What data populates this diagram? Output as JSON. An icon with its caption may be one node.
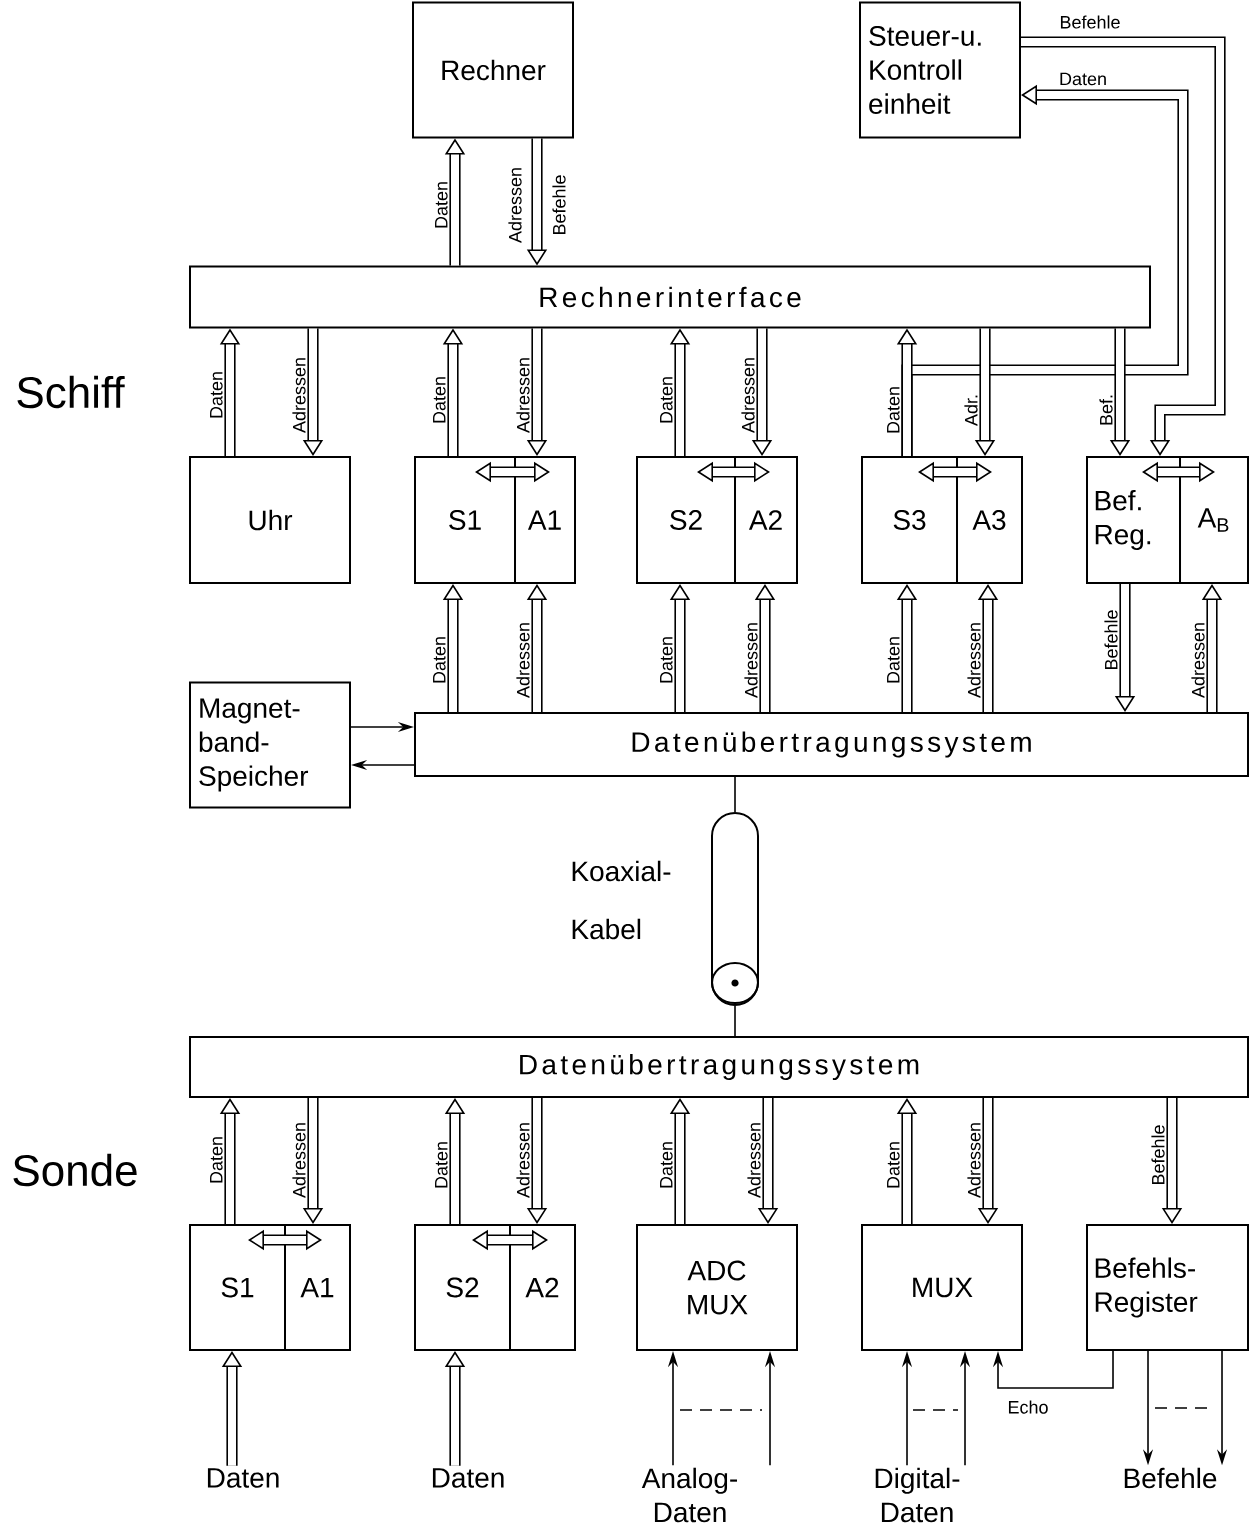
{
  "diagram": {
    "nodes": [
      {
        "text": [
          "Rechner"
        ]
      },
      {
        "text": [
          "Steuer-u. Kontroll einheit"
        ]
      },
      {
        "text": [
          "Rechnerinterface"
        ]
      },
      {
        "text": [
          "Uhr"
        ]
      },
      {
        "text": [
          "S1"
        ]
      },
      {
        "text": [
          "A1"
        ]
      },
      {
        "text": [
          "S2"
        ]
      },
      {
        "text": [
          "A2"
        ]
      },
      {
        "text": [
          "S3"
        ]
      },
      {
        "text": [
          "A3"
        ]
      },
      {
        "text": [
          "Bef. Reg."
        ]
      },
      {
        "text": [
          "A$_{B}$"
        ]
      },
      {
        "text": [
          "Magnet- band- Speicher"
        ]
      },
      {
        "text": [
          "Datenübertragungssystem"
        ]
      },
      {
        "text": [],
        "shape": "cylinder",
        "beside": [
          "Koaxial- Kabel"
        ]
      },
      {
        "text": [
          "Datenübertragungssystem"
        ]
      },
      {
        "text": [
          "S1"
        ]
      },
      {
        "text": [
          "A1"
        ]
      },
      {
        "text": [
          "S2"
        ]
      },
      {
        "text": [
          "A2"
        ]
      },
      {
        "text": [
          "ADC MUX"
        ]
      },
      {
        "text": [
          "MUX"
        ]
      },
      {
        "text": [
          "Befehls- Register"
        ]
      },
      {
        "text": [
          "Daten"
        ]
      },
      {
        "text": [
          "Daten"
        ]
      },
      {
        "text": [
          "Analog- Daten"
        ]
      },
      {
        "text": [
          "Digital- Daten"
        ]
      },
      {
        "text": [
          "Befehle"
        ]
      }
    ],
    "edges": [
      {
        "from": 2,
        "to": 0,
        "arrow": "to",
        "label": "Daten"
      },
      {
        "from": 0,
        "to": 2,
        "arrow": "to",
        "label": "Adressen Befehle"
      },
      {
        "from": 1,
        "to": 10,
        "arrow": "to",
        "label": "Befehle"
      },
      {
        "from": 8,
        "to": 1,
        "arrow": "to",
        "label": "Daten"
      },
      {
        "from": 3,
        "to": 2,
        "arrow": "to",
        "label": "Daten"
      },
      {
        "from": 2,
        "to": 3,
        "arrow": "to",
        "label": "Adressen"
      },
      {
        "from": 4,
        "to": 2,
        "arrow": "to",
        "label": "Daten"
      },
      {
        "from": 2,
        "to": 5,
        "arrow": "to",
        "label": "Adressen"
      },
      {
        "from": 6,
        "to": 2,
        "arrow": "to",
        "label": "Daten"
      },
      {
        "from": 2,
        "to": 7,
        "arrow": "to",
        "label": "Adressen"
      },
      {
        "from": 8,
        "to": 2,
        "arrow": "to",
        "label": "Daten"
      },
      {
        "from": 2,
        "to": 9,
        "arrow": "to",
        "label": "Adr."
      },
      {
        "from": 2,
        "to": 10,
        "arrow": "to",
        "label": "Bef."
      },
      {
        "from": 4,
        "to": 5,
        "arrow": "both"
      },
      {
        "from": 6,
        "to": 7,
        "arrow": "both"
      },
      {
        "from": 8,
        "to": 9,
        "arrow": "both"
      },
      {
        "from": 10,
        "to": 11,
        "arrow": "both"
      },
      {
        "from": 13,
        "to": 4,
        "arrow": "to",
        "label": "Daten"
      },
      {
        "from": 13,
        "to": 5,
        "arrow": "to",
        "label": "Adressen"
      },
      {
        "from": 13,
        "to": 6,
        "arrow": "to",
        "label": "Daten"
      },
      {
        "from": 13,
        "to": 7,
        "arrow": "to",
        "label": "Adressen"
      },
      {
        "from": 13,
        "to": 8,
        "arrow": "to",
        "label": "Daten"
      },
      {
        "from": 13,
        "to": 9,
        "arrow": "to",
        "label": "Adressen"
      },
      {
        "from": 10,
        "to": 13,
        "arrow": "to",
        "label": "Befehle"
      },
      {
        "from": 13,
        "to": 11,
        "arrow": "to",
        "label": "Adressen"
      },
      {
        "from": 12,
        "to": 13,
        "arrow": "to"
      },
      {
        "from": 13,
        "to": 12,
        "arrow": "to"
      },
      {
        "from": 13,
        "to": 14,
        "arrow": "none"
      },
      {
        "from": 14,
        "to": 15,
        "arrow": "none"
      },
      {
        "from": 16,
        "to": 15,
        "arrow": "to",
        "label": "Daten"
      },
      {
        "from": 15,
        "to": 17,
        "arrow": "to",
        "label": "Adressen"
      },
      {
        "from": 18,
        "to": 15,
        "arrow": "to",
        "label": "Daten"
      },
      {
        "from": 15,
        "to": 19,
        "arrow": "to",
        "label": "Adressen"
      },
      {
        "from": 20,
        "to": 15,
        "arrow": "to",
        "label": "Daten"
      },
      {
        "from": 15,
        "to": 20,
        "arrow": "to",
        "label": "Adressen"
      },
      {
        "from": 21,
        "to": 15,
        "arrow": "to",
        "label": "Daten"
      },
      {
        "from": 15,
        "to": 21,
        "arrow": "to",
        "label": "Adressen"
      },
      {
        "from": 15,
        "to": 22,
        "arrow": "to",
        "label": "Befehle"
      },
      {
        "from": 16,
        "to": 17,
        "arrow": "both"
      },
      {
        "from": 18,
        "to": 19,
        "arrow": "both"
      },
      {
        "from": 23,
        "to": 16,
        "arrow": "to"
      },
      {
        "from": 24,
        "to": 18,
        "arrow": "to"
      },
      {
        "from": 25,
        "to": 20,
        "arrow": "to"
      },
      {
        "from": 25,
        "to": 20,
        "arrow": "to"
      },
      {
        "from": 26,
        "to": 21,
        "arrow": "to"
      },
      {
        "from": 26,
        "to": 21,
        "arrow": "to"
      },
      {
        "from": 22,
        "to": 21,
        "arrow": "to",
        "label": "Echo"
      },
      {
        "from": 22,
        "to": 27,
        "arrow": "to"
      },
      {
        "from": 22,
        "to": 27,
        "arrow": "to"
      }
    ],
    "labels": [
      "Schiff",
      "Sonde"
    ]
  }
}
